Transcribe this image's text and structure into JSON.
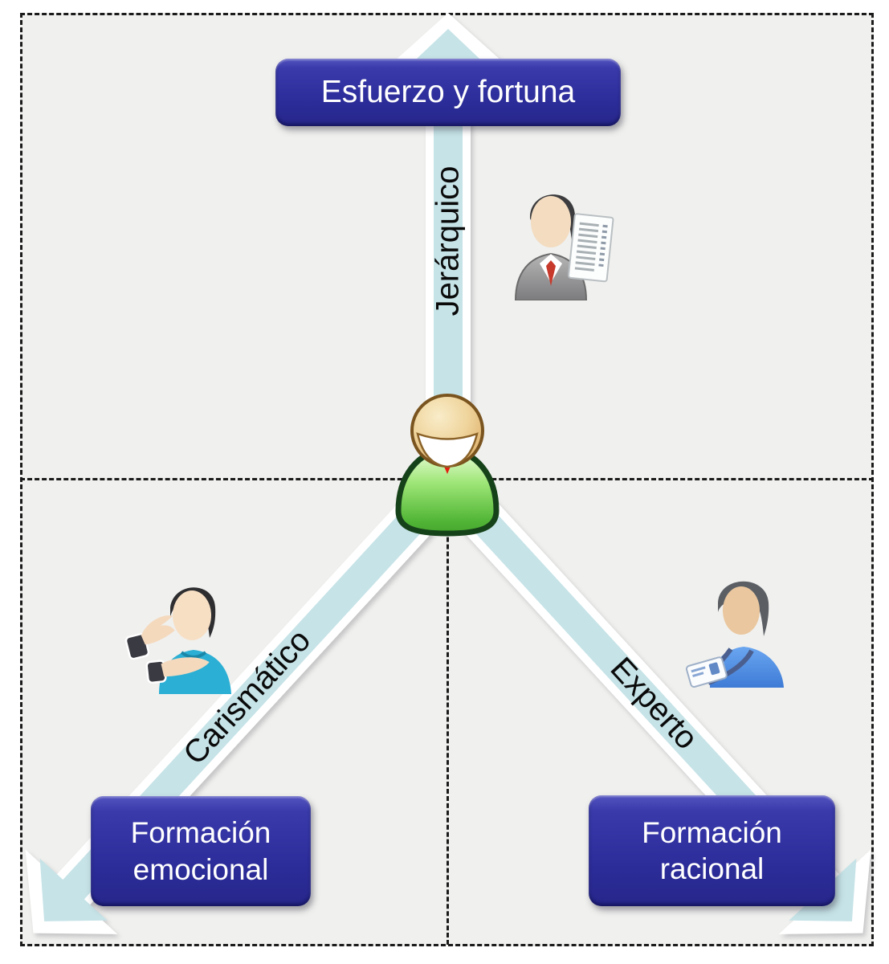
{
  "diagram": {
    "panel": {
      "background": "#f0f0ee",
      "dash_border_color": "#1b1b1b"
    },
    "colors": {
      "box_blue": "#2e2e9d",
      "box_text": "#ffffff",
      "arrow_fill": "#c6e3e7",
      "arrow_outline": "#ffffff",
      "axis_text": "#0a0a0a"
    },
    "boxes": {
      "top": {
        "label": "Esfuerzo y fortuna"
      },
      "bottom_left": {
        "label": "Formación\nemocional"
      },
      "bottom_right": {
        "label": "Formación\nracional"
      }
    },
    "axes": {
      "vertical": {
        "label": "Jerárquico"
      },
      "down_left": {
        "label": "Carismático"
      },
      "down_right": {
        "label": "Experto"
      }
    },
    "icons": {
      "center": "smiling-leader-icon",
      "top_right": "businessman-with-checklist-icon",
      "left": "charismatic-speaker-icon",
      "right": "expert-with-badge-icon"
    }
  }
}
